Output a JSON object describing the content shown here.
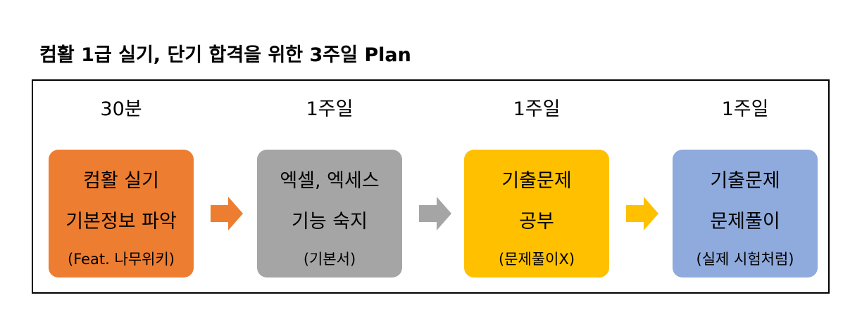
{
  "title": "컴활 1급 실기, 단기 합격을 위한 3주일 Plan",
  "colors": {
    "orange": "#ed7d31",
    "gray": "#a5a5a5",
    "yellow": "#ffc000",
    "blue": "#8faadc"
  },
  "steps": [
    {
      "duration": "30분",
      "line1": "컴활 실기",
      "line2": "기본정보 파악",
      "line3": "(Feat. 나무위키)",
      "color": "#ed7d31"
    },
    {
      "duration": "1주일",
      "line1": "엑셀, 엑세스",
      "line2": "기능 숙지",
      "line3": "(기본서)",
      "color": "#a5a5a5"
    },
    {
      "duration": "1주일",
      "line1": "기출문제",
      "line2": "공부",
      "line3": "(문제풀이X)",
      "color": "#ffc000"
    },
    {
      "duration": "1주일",
      "line1": "기출문제",
      "line2": "문제풀이",
      "line3": "(실제 시험처럼)",
      "color": "#8faadc"
    }
  ],
  "arrows": [
    {
      "icon": "right-arrow-icon",
      "color": "#ed7d31"
    },
    {
      "icon": "right-arrow-icon",
      "color": "#a5a5a5"
    },
    {
      "icon": "right-arrow-icon",
      "color": "#ffc000"
    }
  ]
}
